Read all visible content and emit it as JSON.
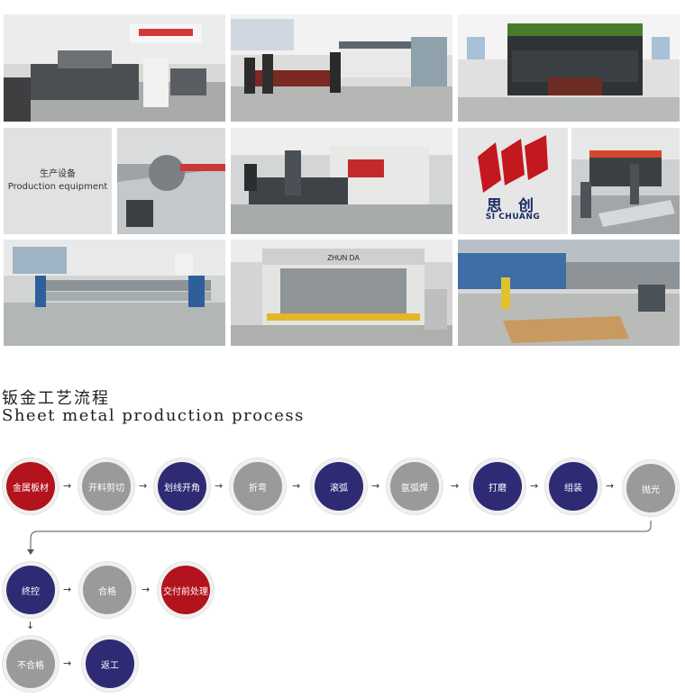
{
  "gallery": {
    "label_cn": "生产设备",
    "label_en": "Production equipment",
    "logo_cn": "思 创",
    "logo_en": "SI CHUANG",
    "press_name": "ZHUN DA"
  },
  "section": {
    "title_cn": "钣金工艺流程",
    "title_en": "Sheet metal production process"
  },
  "steps": [
    {
      "label": "金属板材",
      "color": "red"
    },
    {
      "label": "开料剪切",
      "color": "gray"
    },
    {
      "label": "划线开角",
      "color": "navy"
    },
    {
      "label": "折弯",
      "color": "gray"
    },
    {
      "label": "滚弧",
      "color": "navy"
    },
    {
      "label": "氩弧焊",
      "color": "gray"
    },
    {
      "label": "打磨",
      "color": "navy"
    },
    {
      "label": "组装",
      "color": "navy"
    },
    {
      "label": "抛光",
      "color": "gray"
    },
    {
      "label": "终控",
      "color": "navy"
    },
    {
      "label": "合格",
      "color": "gray"
    },
    {
      "label": "交付前处理",
      "color": "red"
    },
    {
      "label": "不合格",
      "color": "gray"
    },
    {
      "label": "返工",
      "color": "navy"
    }
  ],
  "colors": {
    "red": "#b3131c",
    "gray": "#9a9a9a",
    "navy": "#2e2a74"
  }
}
